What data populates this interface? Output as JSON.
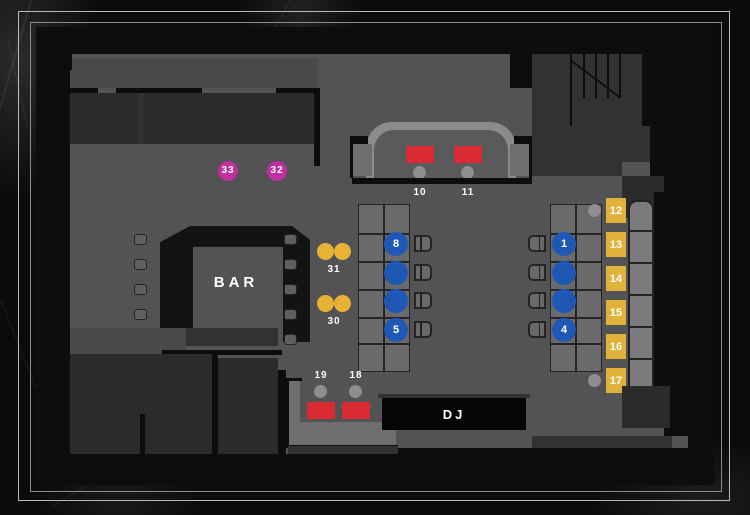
{
  "venue": {
    "bar_label": "BAR",
    "dj_label": "DJ"
  },
  "seats": {
    "blue_left_top": "8",
    "blue_left_mid1": "",
    "blue_left_mid2": "",
    "blue_left_bottom": "5",
    "blue_right_top": "1",
    "blue_right_mid1": "",
    "blue_right_mid2": "",
    "blue_right_bottom": "4"
  },
  "pink_tables": [
    {
      "label": "33"
    },
    {
      "label": "32"
    }
  ],
  "yellow_dot_tables": [
    {
      "label": "31"
    },
    {
      "label": "30"
    }
  ],
  "yellow_wall_tables": [
    {
      "label": "12"
    },
    {
      "label": "13"
    },
    {
      "label": "14"
    },
    {
      "label": "15"
    },
    {
      "label": "16"
    },
    {
      "label": "17"
    }
  ],
  "red_booth_tables": [
    {
      "label": "10"
    },
    {
      "label": "11"
    }
  ],
  "red_sofa_tables": [
    {
      "label": "19"
    },
    {
      "label": "18"
    }
  ],
  "colors": {
    "floor": "#535355",
    "blue_seat": "#1f57b5",
    "pink_seat": "#bf2f9e",
    "yellow_table": "#e0b23c",
    "yellow_dot": "#e8b235",
    "red_table": "#d82b33",
    "grey_seat": "#8e8e91",
    "dark_furniture": "#2b2b2c",
    "frame": "#b9b9bc"
  }
}
